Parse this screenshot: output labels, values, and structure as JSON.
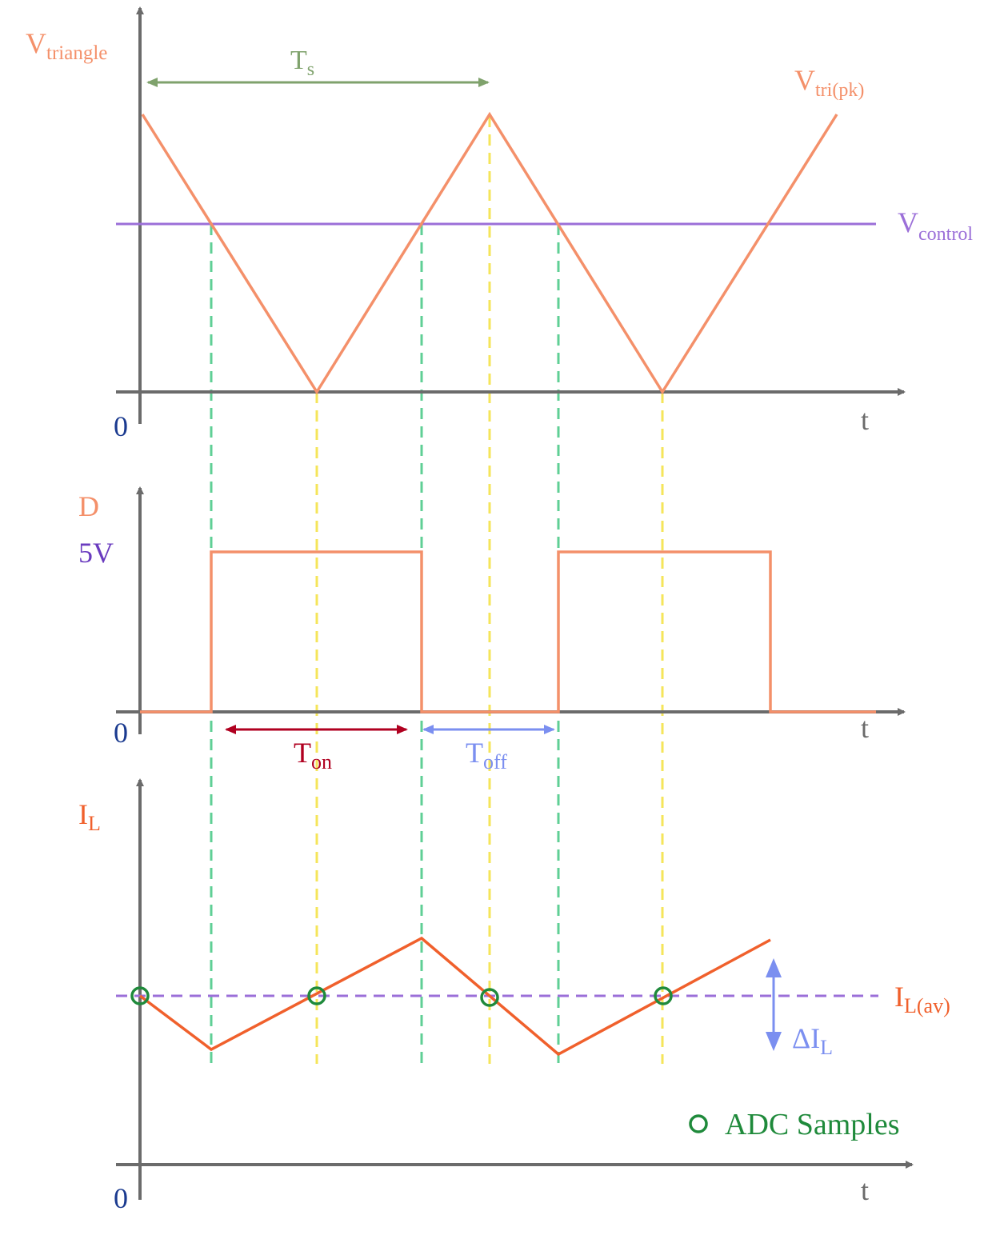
{
  "colors": {
    "axis": "#6b6b6b",
    "triangle": "#f4906a",
    "control": "#9b6fd8",
    "green_dash": "#5fcf95",
    "yellow_dash": "#f5e55a",
    "ts": "#7fa26c",
    "ton": "#b00020",
    "toff": "#7b8ff0",
    "current": "#f0602c",
    "iav": "#9b6fd8",
    "delta": "#7b8ff0",
    "adc": "#1f8a3b",
    "zero": "#1a3a8f",
    "fivev": "#6a3bbf",
    "t": "#6b6b6b"
  },
  "panels": {
    "top": {
      "ylabel_main": "V",
      "ylabel_sub": "triangle",
      "zero": "0",
      "t": "t",
      "ts_main": "T",
      "ts_sub": "s",
      "pk_main": "V",
      "pk_sub": "tri(pk)",
      "ctrl_main": "V",
      "ctrl_sub": "control"
    },
    "middle": {
      "ylabel": "D",
      "level": "5V",
      "zero": "0",
      "t": "t",
      "ton_main": "T",
      "ton_sub": "on",
      "toff_main": "T",
      "toff_sub": "off"
    },
    "bottom": {
      "ylabel_main": "I",
      "ylabel_sub": "L",
      "zero": "0",
      "t": "t",
      "iav_main": "I",
      "iav_sub": "L(av)",
      "delta_main": "ΔI",
      "delta_sub": "L",
      "legend": "ADC Samples"
    }
  }
}
